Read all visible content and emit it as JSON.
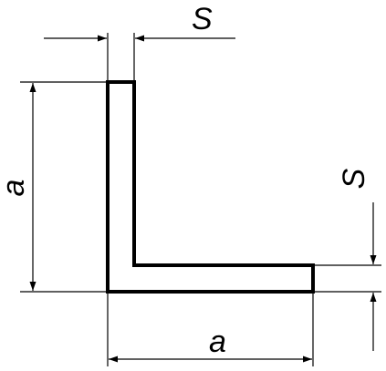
{
  "diagram": {
    "labels": {
      "thickness_top": "S",
      "thickness_right": "S",
      "leg_height": "a",
      "leg_width": "a"
    },
    "colors": {
      "line": "#000000",
      "background": "#ffffff"
    }
  }
}
